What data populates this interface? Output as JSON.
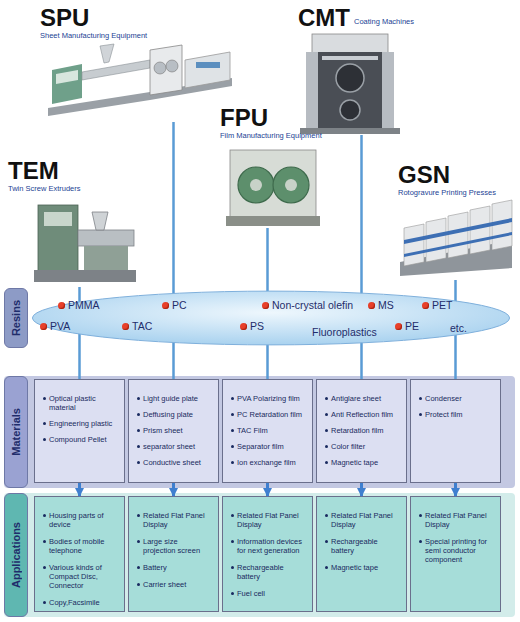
{
  "diagram": {
    "nodes": [
      {
        "text": [
          "SPU",
          "Sheet Manufacturing Equipment"
        ]
      },
      {
        "text": [
          "CMT",
          "Coating Machines"
        ]
      },
      {
        "text": [
          "FPU",
          "Film Manufacturing Equipment"
        ]
      },
      {
        "text": [
          "TEM",
          "Twin Screw Extruders"
        ]
      },
      {
        "text": [
          "GSN",
          "Rotogravure Printing Presses"
        ]
      },
      {
        "text": [
          "Resins"
        ]
      },
      {
        "text": [
          "PMMA",
          "PC",
          "Non-crystal olefin",
          "MS",
          "PET",
          "PVA",
          "TAC",
          "PS",
          "Fluoroplastics",
          "PE",
          "etc."
        ],
        "in": 5
      },
      {
        "text": [
          "Materials"
        ]
      },
      {
        "text": [
          "Optical plastic material",
          "Engineering plastic",
          "Compound Pellet"
        ],
        "in": 7
      },
      {
        "text": [
          "Light guide plate",
          "Deffusing plate",
          "Prism sheet",
          "separator sheet",
          "Conductive sheet"
        ],
        "in": 7
      },
      {
        "text": [
          "PVA Polarizing film",
          "PC Retardation film",
          "TAC Film",
          "Separator film",
          "Ion exchange film"
        ],
        "in": 7
      },
      {
        "text": [
          "Antiglare sheet",
          "Anti Reflection film",
          "Retardation film",
          "Color filter",
          "Magnetic tape"
        ],
        "in": 7
      },
      {
        "text": [
          "Condenser",
          "Protect film"
        ],
        "in": 7
      },
      {
        "text": [
          "Applications"
        ]
      },
      {
        "text": [
          "Housing parts of device",
          "Bodies of mobile telephone",
          "Various kinds of Compact Disc, Connector",
          "Copy,Facsimile"
        ],
        "in": 13
      },
      {
        "text": [
          "Related Flat Panel Display",
          "Large size projection screen",
          "Battery",
          "Carrier sheet"
        ],
        "in": 13
      },
      {
        "text": [
          "Related Flat Panel Display",
          "Information devices for next generation",
          "Rechargeable battery",
          "Fuel cell"
        ],
        "in": 13
      },
      {
        "text": [
          "Related Flat Panel Display",
          "Rechargeable battery",
          "Magnetic tape"
        ],
        "in": 13
      },
      {
        "text": [
          "Related Flat Panel Display",
          "Special printing for semi conductor component"
        ],
        "in": 13
      }
    ],
    "edges": [
      {
        "from": 3,
        "to": 8,
        "arrow": "none"
      },
      {
        "from": 0,
        "to": 9,
        "arrow": "none"
      },
      {
        "from": 2,
        "to": 10,
        "arrow": "none"
      },
      {
        "from": 1,
        "to": 11,
        "arrow": "none"
      },
      {
        "from": 4,
        "to": 12,
        "arrow": "none"
      },
      {
        "from": 8,
        "to": 14,
        "arrow": "to"
      },
      {
        "from": 9,
        "to": 15,
        "arrow": "to"
      },
      {
        "from": 10,
        "to": 16,
        "arrow": "to"
      },
      {
        "from": 11,
        "to": 17,
        "arrow": "to"
      },
      {
        "from": 12,
        "to": 18,
        "arrow": "to"
      }
    ]
  }
}
